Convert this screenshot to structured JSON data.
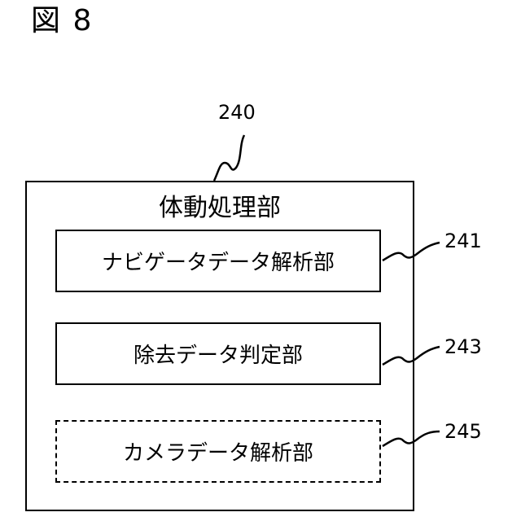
{
  "figure": {
    "label": "図 8"
  },
  "outer_component": {
    "ref": "240",
    "title": "体動処理部"
  },
  "components": [
    {
      "ref": "241",
      "label": "ナビゲータデータ解析部",
      "style": "solid"
    },
    {
      "ref": "243",
      "label": "除去データ判定部",
      "style": "solid"
    },
    {
      "ref": "245",
      "label": "カメラデータ解析部",
      "style": "dashed"
    }
  ]
}
